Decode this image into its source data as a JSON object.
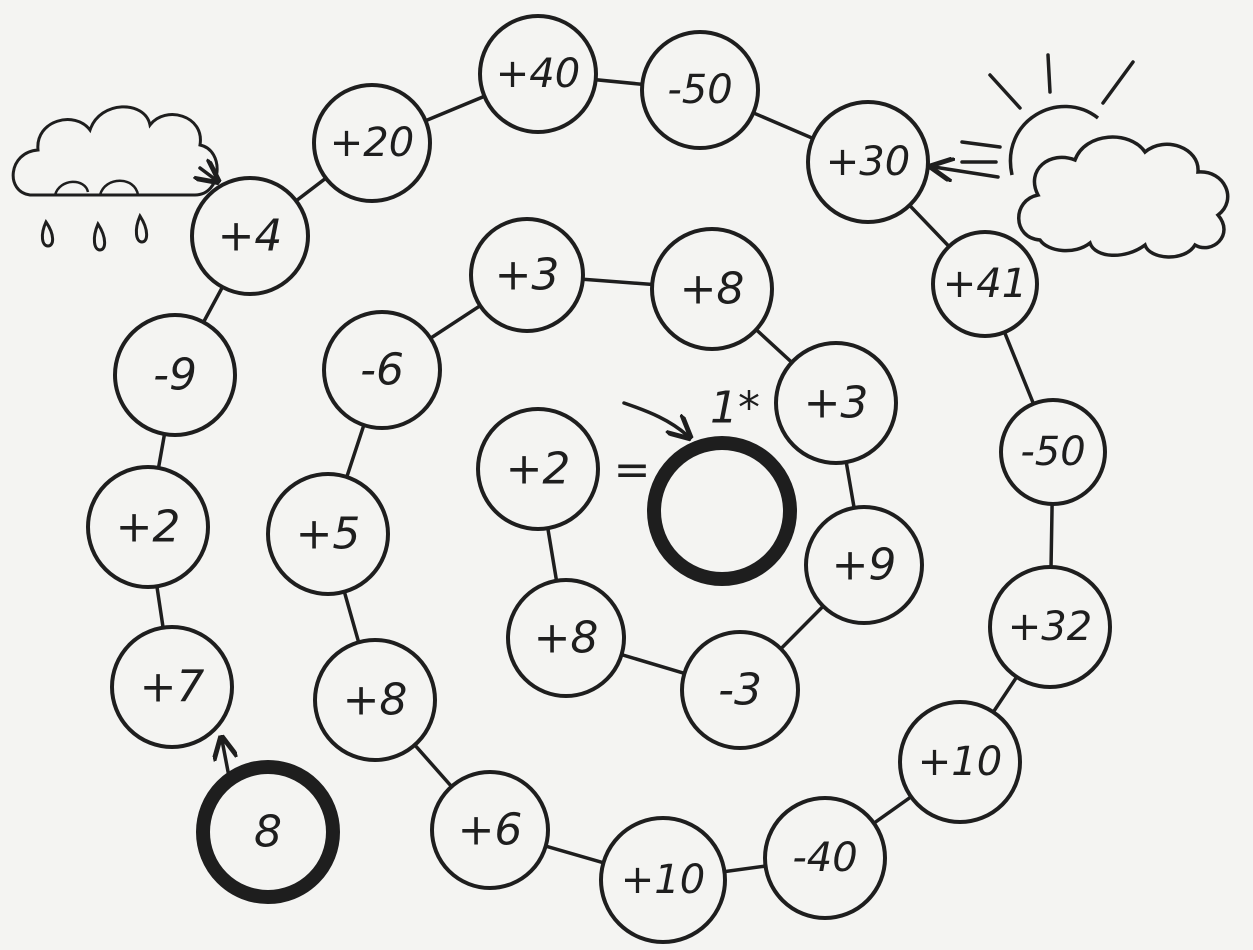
{
  "start": {
    "label": "8"
  },
  "path": [
    {
      "label": "+7"
    },
    {
      "label": "+2"
    },
    {
      "label": "-9"
    },
    {
      "label": "+4"
    },
    {
      "label": "+20"
    },
    {
      "label": "+40"
    },
    {
      "label": "-50"
    },
    {
      "label": "+30"
    },
    {
      "label": "+41"
    },
    {
      "label": "-50"
    },
    {
      "label": "+32"
    },
    {
      "label": "+10"
    },
    {
      "label": "-40"
    },
    {
      "label": "+10"
    },
    {
      "label": "+6"
    },
    {
      "label": "+8"
    },
    {
      "label": "+5"
    },
    {
      "label": "-6"
    },
    {
      "label": "+3"
    },
    {
      "label": "+8"
    },
    {
      "label": "+3"
    },
    {
      "label": "+9"
    },
    {
      "label": "-3"
    },
    {
      "label": "+8"
    },
    {
      "label": "+2"
    }
  ],
  "equals_sign": "=",
  "answer": {
    "label": ""
  },
  "task_marker": "1*",
  "colors": {
    "ink": "#1e1e1e",
    "paper": "#f4f4f2"
  },
  "icons": [
    "rain-cloud-icon",
    "raindrop-icon",
    "sun-behind-cloud-icon",
    "arrow-icon"
  ]
}
